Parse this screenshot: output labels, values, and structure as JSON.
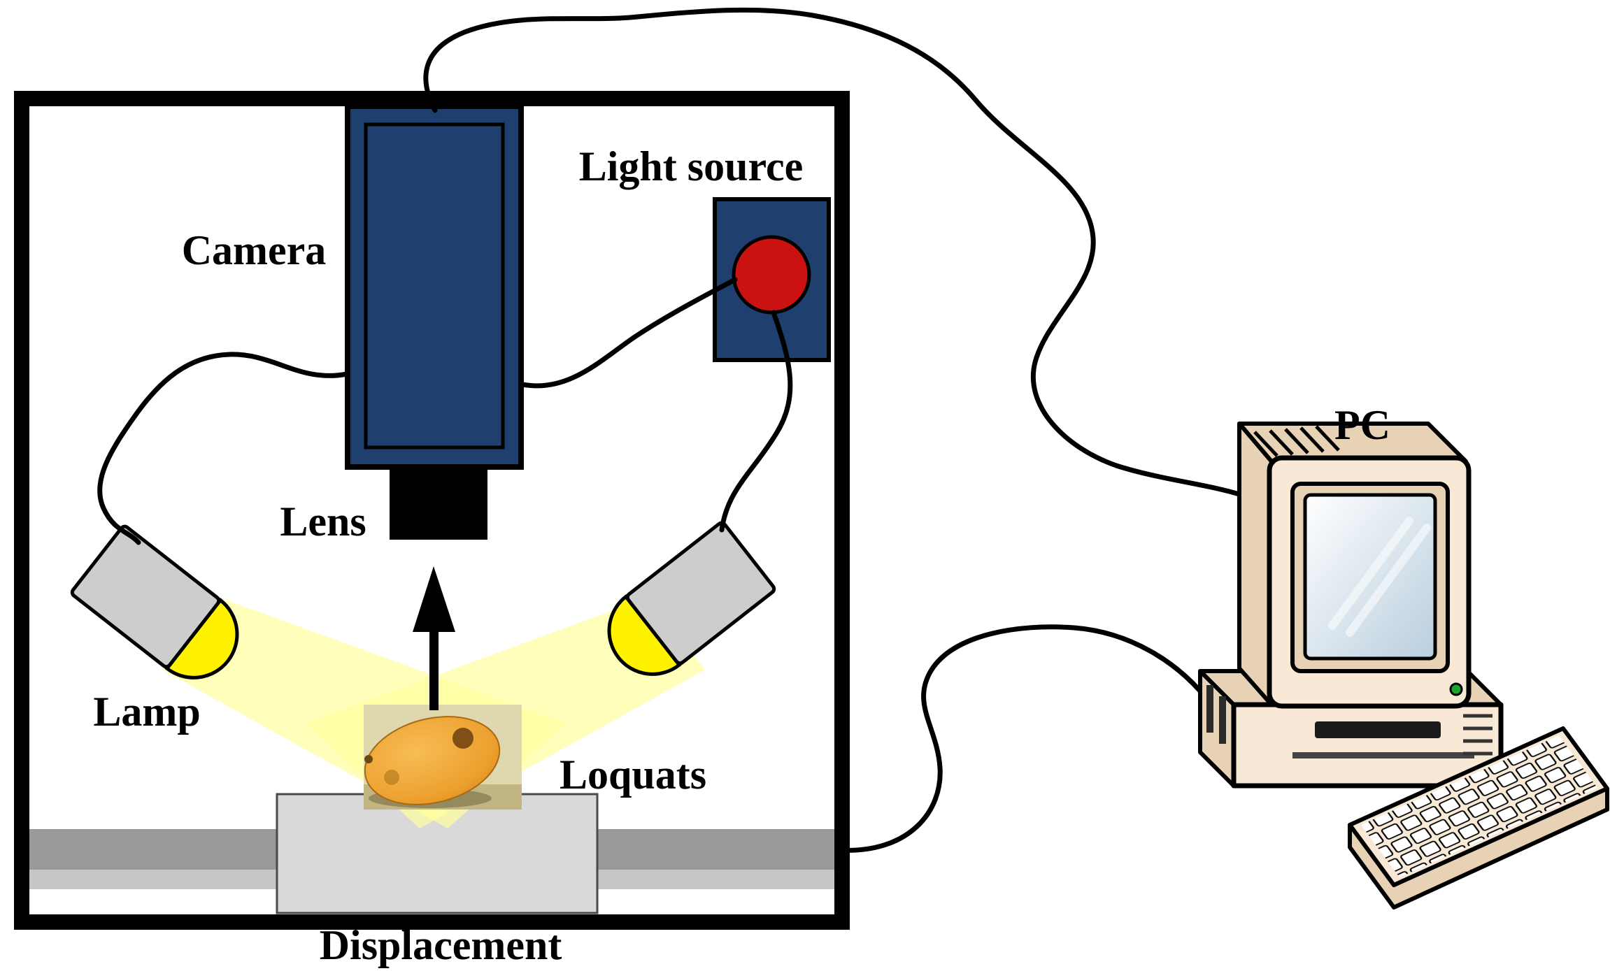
{
  "diagram": {
    "labels": {
      "camera": "Camera",
      "light_source": "Light source",
      "lens": "Lens",
      "lamp": "Lamp",
      "loquats": "Loquats",
      "displacement": "Displacement",
      "pc": "PC"
    },
    "colors": {
      "device_blue": "#1F3F6E",
      "indicator_red": "#CC1111",
      "lamp_yellow": "#FFF200",
      "beam_yellow": "#FFFF9E",
      "lamp_gray": "#CDCDCD",
      "rail_dark_gray": "#999999",
      "rail_light_gray": "#C6C6C6",
      "platform_gray": "#D9D9D9",
      "lens_black": "#000000",
      "pc_beige": "#F7E9D6",
      "pc_beige_shade": "#E7D2B6",
      "led_green": "#1FA32C",
      "fruit_spot_brown": "#7A4A14",
      "photo_background": "#DFD8AE"
    }
  }
}
